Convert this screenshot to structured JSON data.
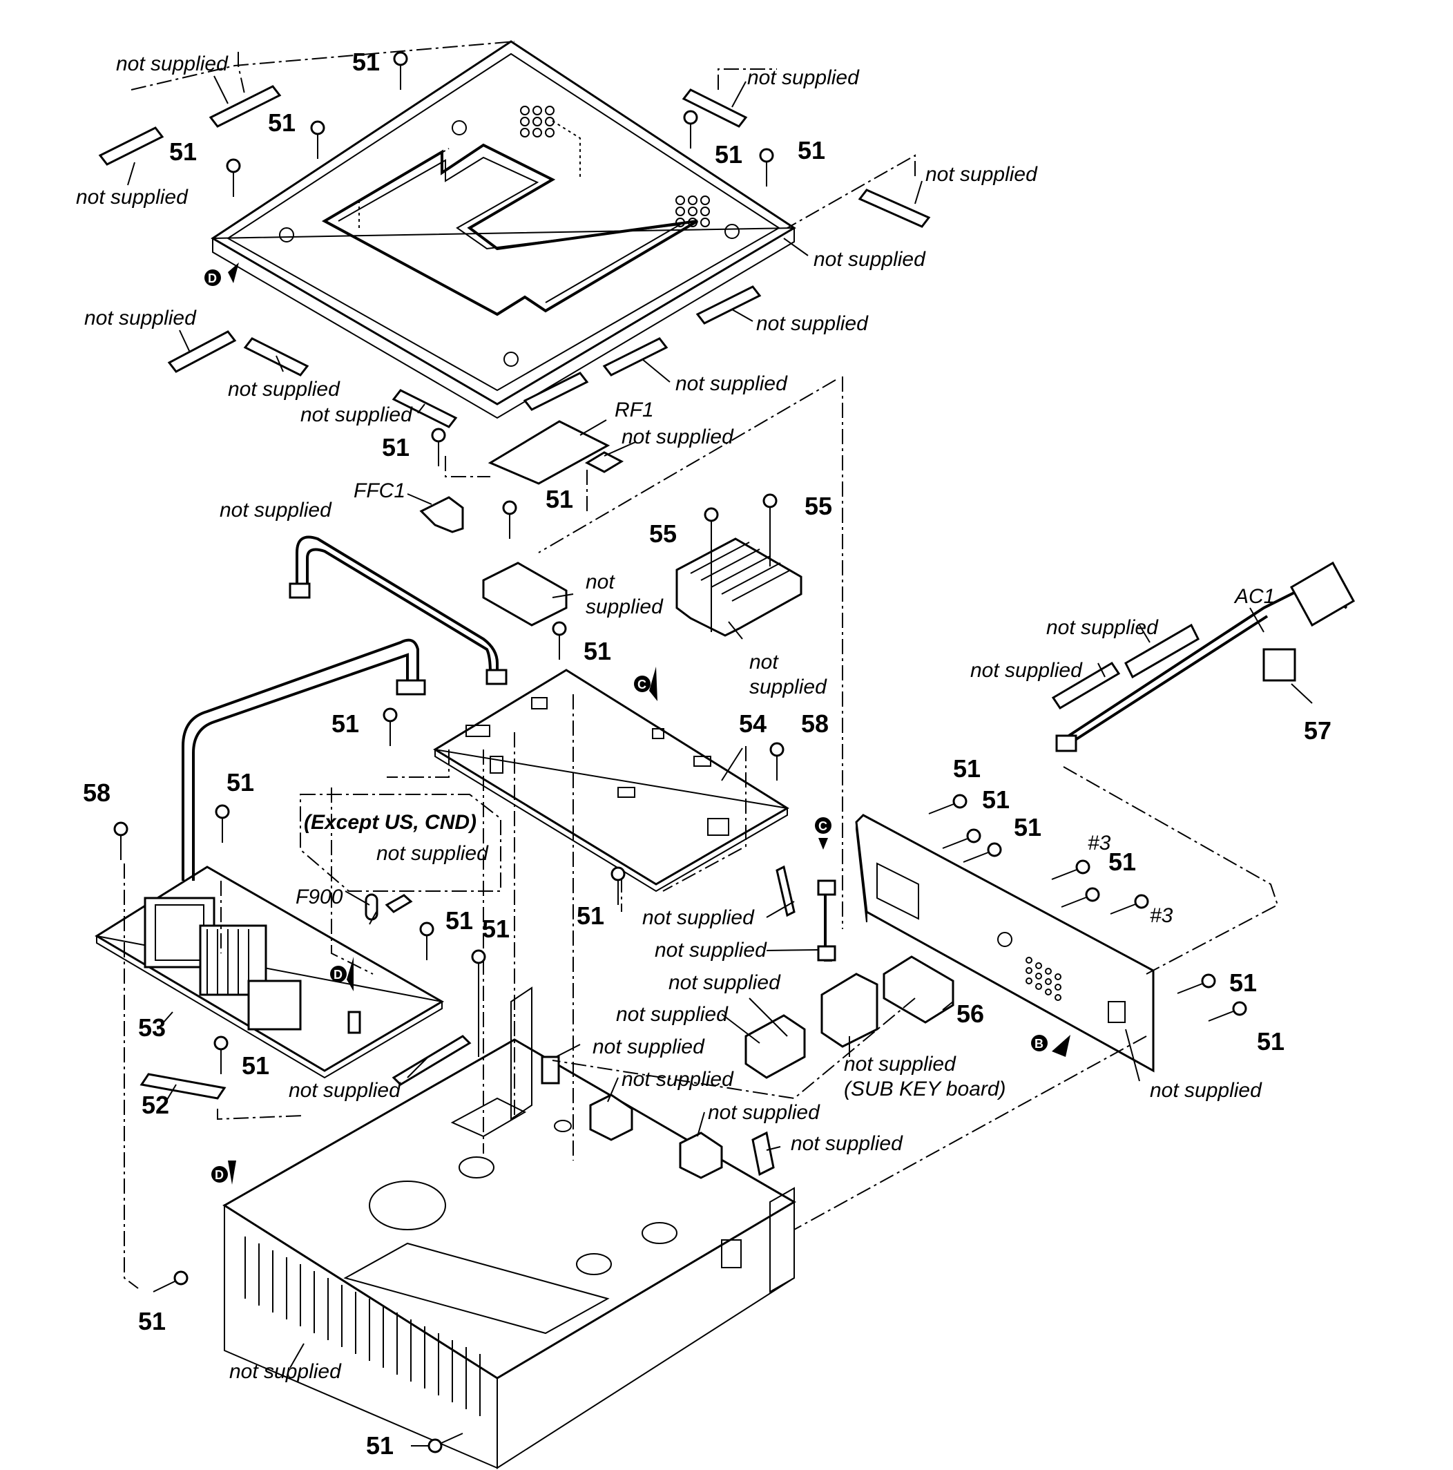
{
  "labels": {
    "not_supplied": "not supplied",
    "not": "not",
    "supplied": "supplied",
    "sub_key_board": "(SUB KEY board)",
    "except_us_cnd": "(Except US, CND)",
    "rf1": "RF1",
    "ffc1": "FFC1",
    "ac1": "AC1",
    "f900": "F900",
    "hash3": "#3",
    "ref_c": "C",
    "ref_d": "D",
    "ref_b": "B"
  },
  "parts": {
    "p51": "51",
    "p52": "52",
    "p53": "53",
    "p54": "54",
    "p55": "55",
    "p56": "56",
    "p57": "57",
    "p58": "58"
  }
}
